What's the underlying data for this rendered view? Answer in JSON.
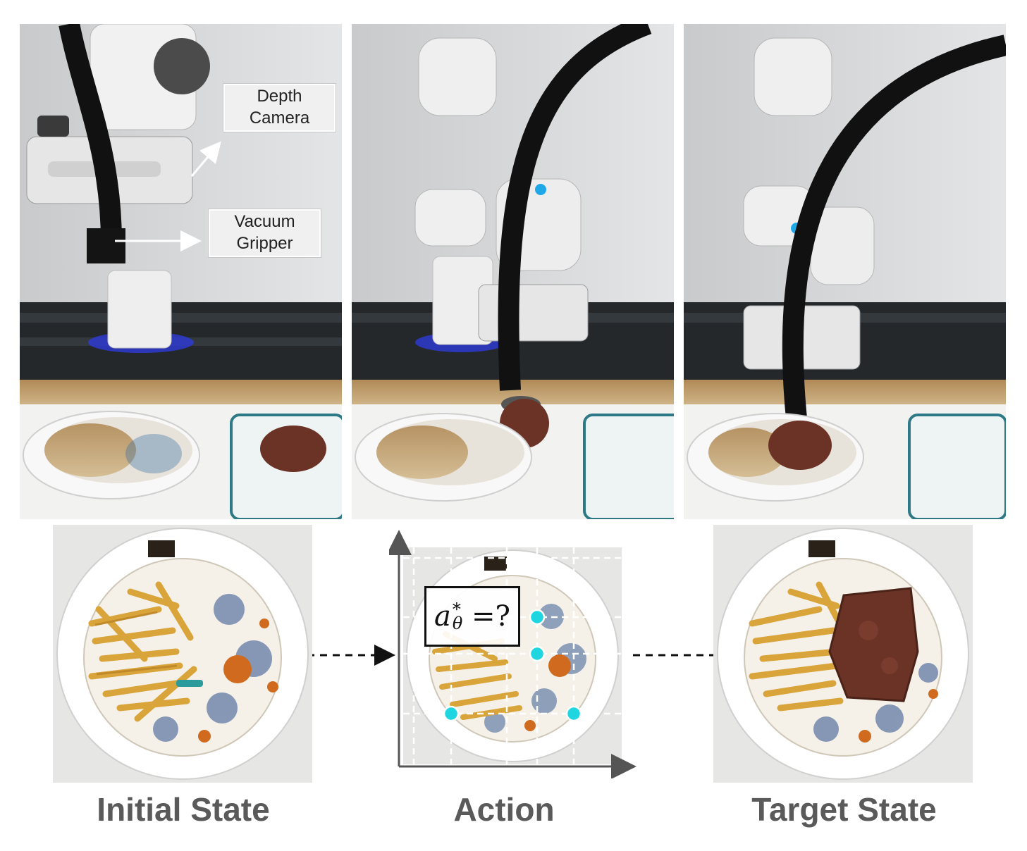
{
  "top_panels": [
    {
      "name": "initial-photo",
      "description_icon": "robot-arm-above-bowl"
    },
    {
      "name": "action-photo",
      "description_icon": "robot-arm-holding-steak"
    },
    {
      "name": "target-photo",
      "description_icon": "robot-arm-placing-steak"
    }
  ],
  "callouts": {
    "depth_camera_line1": "Depth",
    "depth_camera_line2": "Camera",
    "vacuum_gripper_line1": "Vacuum",
    "vacuum_gripper_line2": "Gripper"
  },
  "formula": {
    "base": "a",
    "sup": "*",
    "sub": "θ",
    "rest": " =?"
  },
  "captions": {
    "initial": "Initial State",
    "action": "Action",
    "target": "Target State"
  },
  "colors": {
    "caption": "#5a5a5a",
    "marker": "#1fd6e0",
    "arrow": "#111111",
    "wall": "#d9dadb",
    "steak": "#6b3326",
    "fries": "#d9a43a"
  }
}
